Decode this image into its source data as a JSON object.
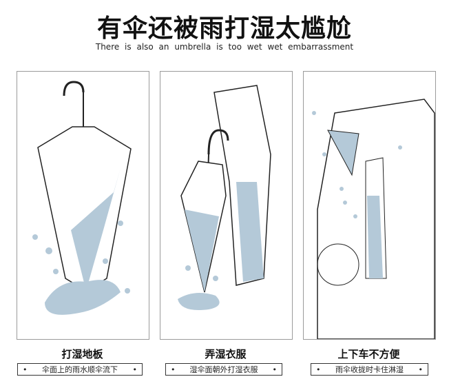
{
  "header": {
    "title": "有伞还被雨打湿太尴尬",
    "subtitle": "There is also an umbrella is too wet wet embarrassment"
  },
  "panels": [
    {
      "caption": "打湿地板",
      "tag": "伞面上的雨水顺伞流下"
    },
    {
      "caption": "弄湿衣服",
      "tag": "湿伞面朝外打湿衣服"
    },
    {
      "caption": "上下车不方便",
      "tag": "雨伞收拢时卡住淋湿"
    }
  ],
  "bullet": "•",
  "colors": {
    "water": "#b4c9d8",
    "line": "#222222",
    "border": "#9a9a9a"
  }
}
